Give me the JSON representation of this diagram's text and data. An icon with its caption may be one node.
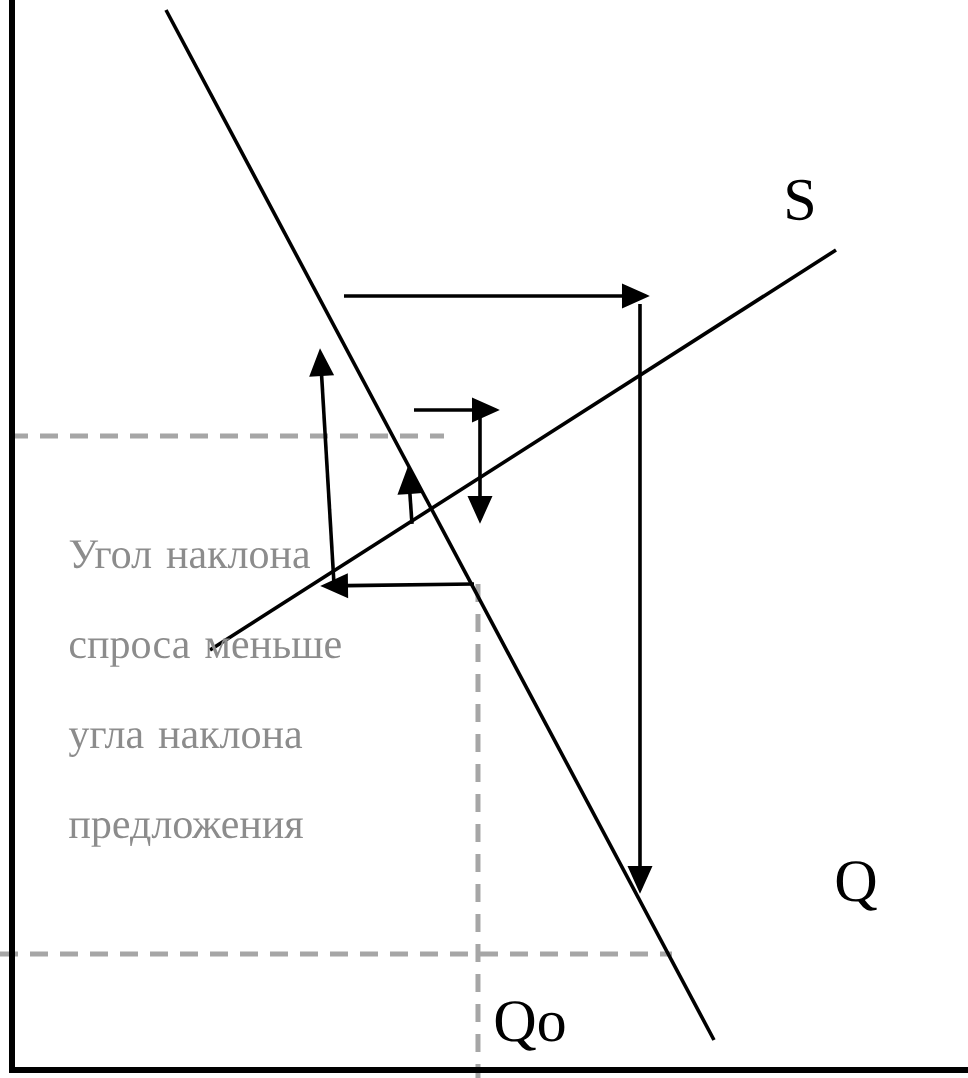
{
  "diagram": {
    "labels": [
      "S",
      "Угол наклона спроса меньше угла наклона предложения",
      "Q",
      "Qo"
    ]
  }
}
